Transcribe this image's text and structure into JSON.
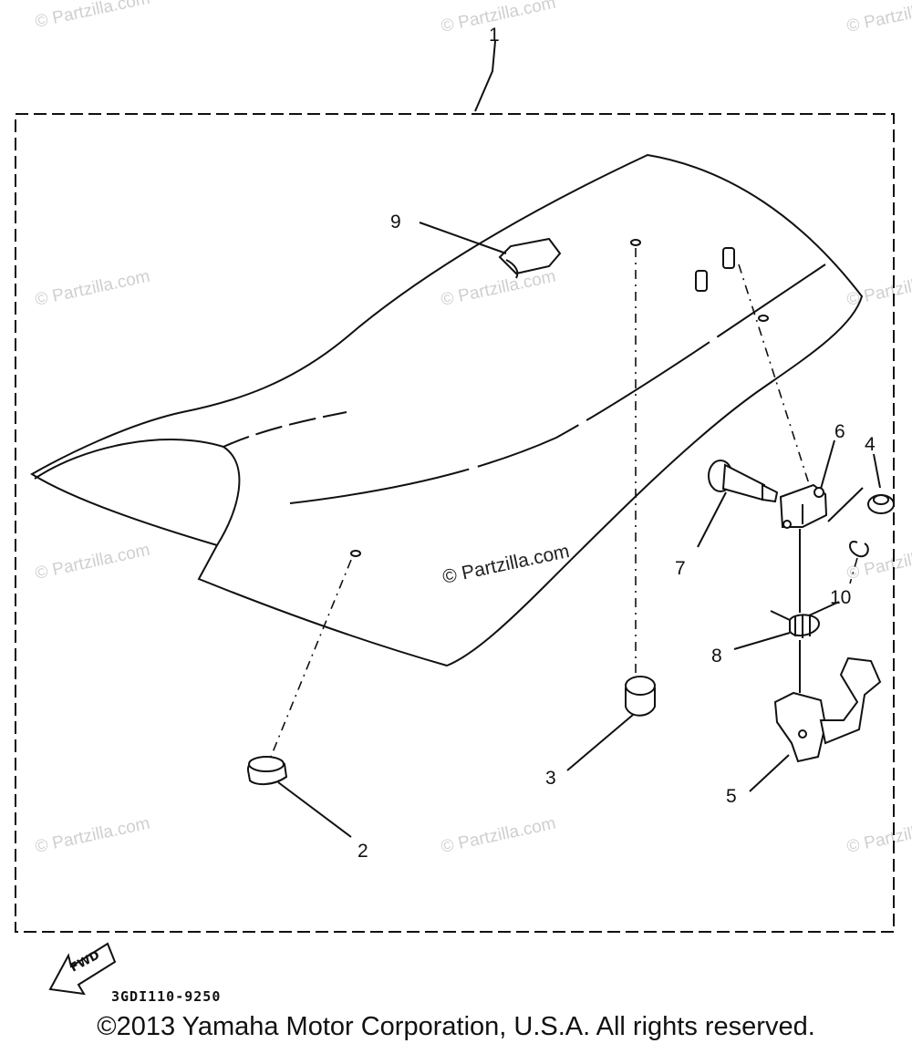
{
  "diagram": {
    "callouts": [
      {
        "id": "1",
        "label": "1"
      },
      {
        "id": "2",
        "label": "2"
      },
      {
        "id": "3",
        "label": "3"
      },
      {
        "id": "4",
        "label": "4"
      },
      {
        "id": "5",
        "label": "5"
      },
      {
        "id": "6",
        "label": "6"
      },
      {
        "id": "7",
        "label": "7"
      },
      {
        "id": "8",
        "label": "8"
      },
      {
        "id": "9",
        "label": "9"
      },
      {
        "id": "10",
        "label": "10"
      }
    ],
    "fwd_label": "FWD",
    "part_code": "3GDI110-9250"
  },
  "watermark": {
    "text": "© Partzilla.com"
  },
  "footer": {
    "copyright": "©2013 Yamaha Motor Corporation, U.S.A. All rights reserved."
  }
}
